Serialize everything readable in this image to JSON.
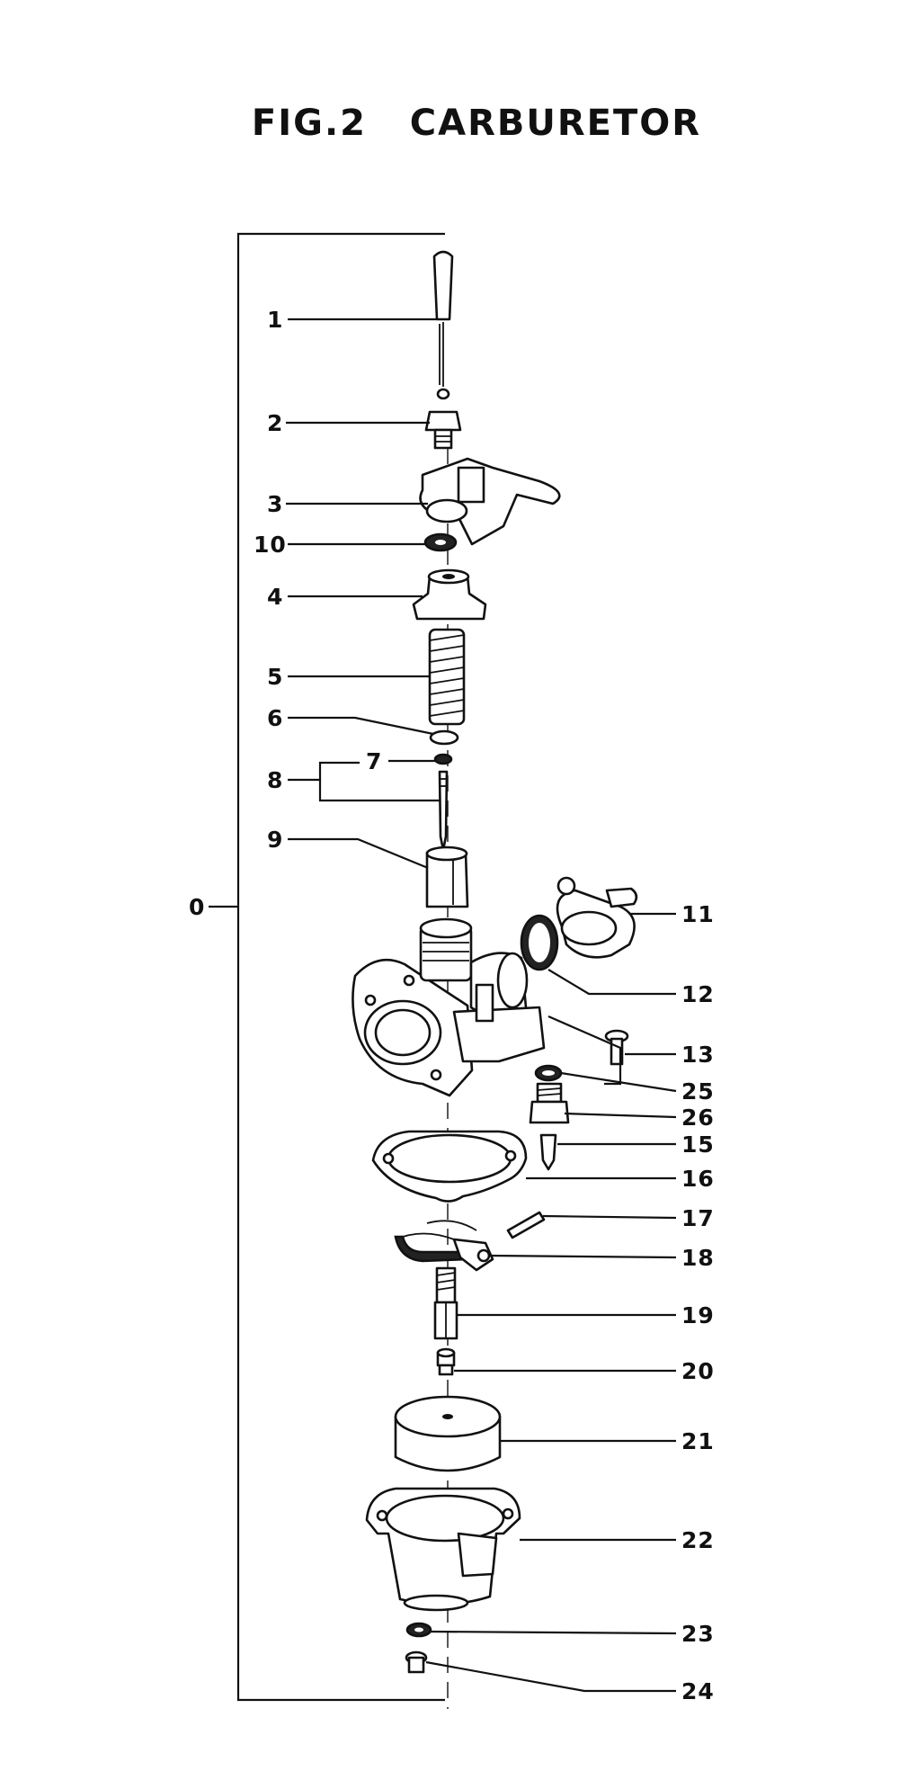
{
  "figure": {
    "title": "FIG.2   CARBURETOR"
  },
  "parts": [
    {
      "num": "0"
    },
    {
      "num": "1"
    },
    {
      "num": "2"
    },
    {
      "num": "3"
    },
    {
      "num": "10"
    },
    {
      "num": "4"
    },
    {
      "num": "5"
    },
    {
      "num": "6"
    },
    {
      "num": "7"
    },
    {
      "num": "8"
    },
    {
      "num": "9"
    },
    {
      "num": "11"
    },
    {
      "num": "12"
    },
    {
      "num": "13"
    },
    {
      "num": "25"
    },
    {
      "num": "26"
    },
    {
      "num": "15"
    },
    {
      "num": "16"
    },
    {
      "num": "17"
    },
    {
      "num": "18"
    },
    {
      "num": "19"
    },
    {
      "num": "20"
    },
    {
      "num": "21"
    },
    {
      "num": "22"
    },
    {
      "num": "23"
    },
    {
      "num": "24"
    }
  ]
}
